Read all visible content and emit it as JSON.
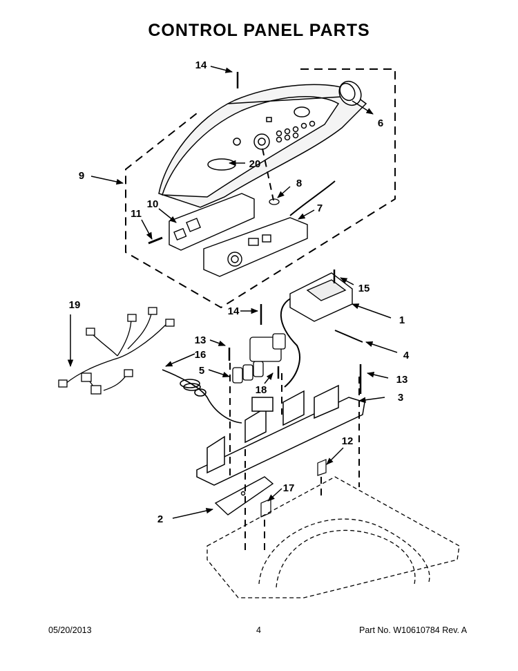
{
  "title": "CONTROL PANEL PARTS",
  "footer": {
    "date": "05/20/2013",
    "page": "4",
    "part_no": "Part No.  W10610784  Rev.  A"
  },
  "callouts": {
    "c1": "1",
    "c2": "2",
    "c3": "3",
    "c4": "4",
    "c5": "5",
    "c6": "6",
    "c7": "7",
    "c8": "8",
    "c9": "9",
    "c10": "10",
    "c11": "11",
    "c12": "12",
    "c13a": "13",
    "c13b": "13",
    "c14a": "14",
    "c14b": "14",
    "c15": "15",
    "c16": "16",
    "c17": "17",
    "c18": "18",
    "c19": "19",
    "c20": "20"
  },
  "colors": {
    "line": "#000000",
    "background": "#ffffff"
  }
}
